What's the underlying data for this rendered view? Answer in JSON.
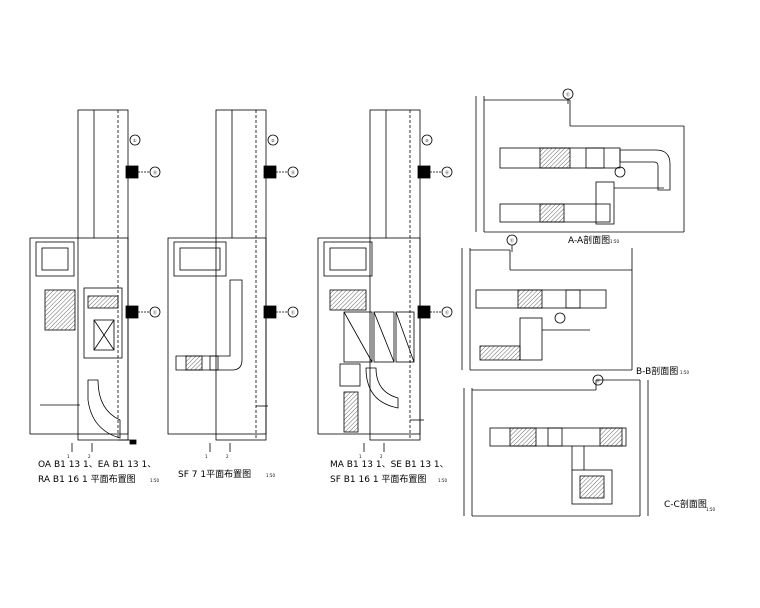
{
  "plans": [
    {
      "title_line1": "OA B1 13 1、EA B1 13 1、",
      "title_line2": "RA B1 16 1 平面布置图",
      "scale": "1:50",
      "axis_top": "①",
      "axis_a": "Ⓐ",
      "axis_b": "Ⓔ",
      "axis_bottom_1": "1",
      "axis_bottom_2": "2"
    },
    {
      "title_line1": "SF 7 1平面布置图",
      "title_line2": "",
      "scale": "1:50",
      "axis_top": "②",
      "axis_a": "Ⓐ",
      "axis_b": "Ⓔ",
      "axis_bottom_1": "1",
      "axis_bottom_2": "2"
    },
    {
      "title_line1": "MA B1 13 1、SE B1 13 1、",
      "title_line2": "SF B1 16 1 平面布置图",
      "scale": "1:50",
      "axis_top": "③",
      "axis_a": "Ⓐ",
      "axis_b": "Ⓔ",
      "axis_bottom_1": "1",
      "axis_bottom_2": "2"
    }
  ],
  "sections": [
    {
      "title": "A-A剖面图",
      "scale": "1:50",
      "axis": "Ⓔ"
    },
    {
      "title": "B-B剖面图",
      "scale": "1:50",
      "axis": "Ⓔ"
    },
    {
      "title": "C-C剖面图",
      "scale": "1:50",
      "axis": "Ⓐ"
    }
  ]
}
